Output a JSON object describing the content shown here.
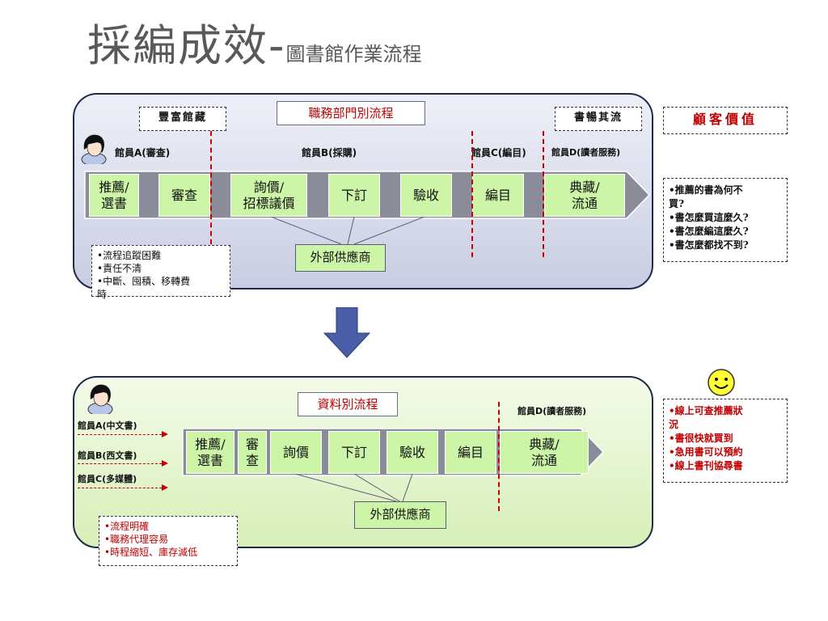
{
  "title": {
    "main": "採編成效-",
    "sub": "圖書館作業流程"
  },
  "top": {
    "flow_title": "職務部門別流程",
    "label_left": "豐富館藏",
    "label_right": "書暢其流",
    "staff": [
      "館員A(審查)",
      "館員B(採購)",
      "館員C(編目)",
      "館員D(讀者服務)"
    ],
    "steps": [
      "推薦/\n選書",
      "審查",
      "詢價/\n招標議價",
      "下訂",
      "驗收",
      "編目",
      "典藏/\n流通"
    ],
    "vendor": "外部供應商",
    "notes": [
      "•流程追蹤困難",
      "•責任不清",
      "•中斷、囤積、移轉費",
      "時"
    ],
    "value_head": "顧客價值",
    "values": [
      "•推薦的書為何不",
      "買?",
      "•書怎麼買這麼久?",
      "•書怎麼編這麼久?",
      "•書怎麼都找不到?"
    ]
  },
  "bottom": {
    "flow_title": "資料別流程",
    "staff_d": "館員D(讀者服務)",
    "staff_left": [
      "館員A(中文書)",
      "館員B(西文書)",
      "館員C(多媒體)"
    ],
    "steps": [
      "推薦/\n選書",
      "審\n查",
      "詢價",
      "下訂",
      "驗收",
      "編目",
      "典藏/\n流通"
    ],
    "vendor": "外部供應商",
    "notes": [
      "•流程明確",
      "•職務代理容易",
      "•時程縮短、庫存減低"
    ],
    "smiley": "☺",
    "values": [
      "•線上可查推薦狀",
      "況",
      "•書很快就買到",
      "•急用書可以預約",
      "•線上書刊協尋書"
    ]
  },
  "colors": {
    "step_fill": "#ccf5a8",
    "accent_red": "#c00000",
    "panel_border": "#1f2a4e",
    "down_arrow": "#4a5ea8"
  }
}
